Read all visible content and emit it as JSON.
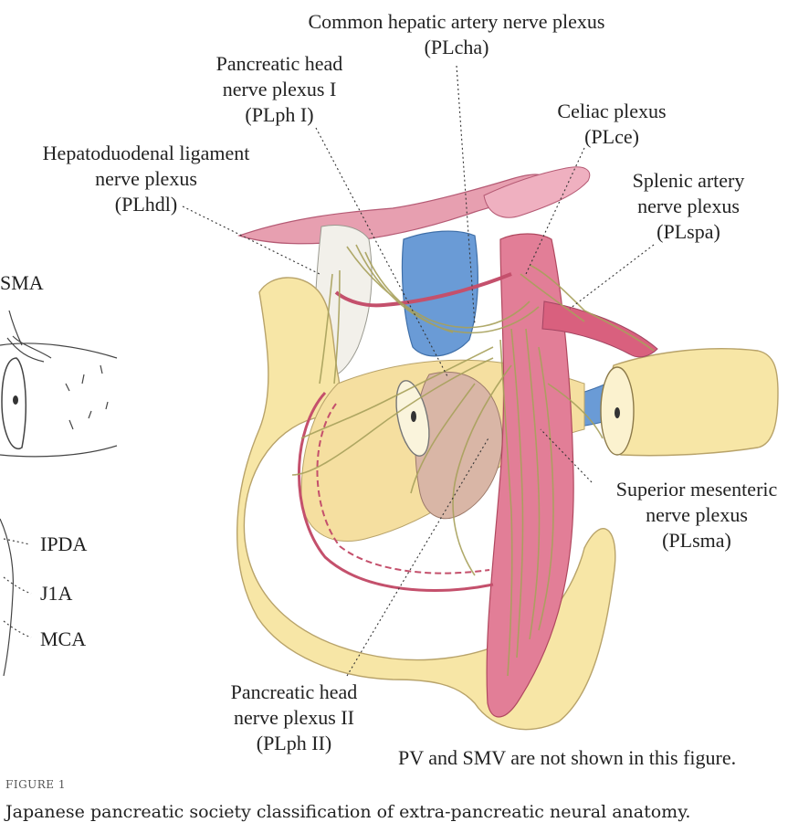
{
  "labels": {
    "plcha": {
      "line1": "Common hepatic artery nerve plexus",
      "line2": "(PLcha)"
    },
    "plph1": {
      "line1": "Pancreatic head",
      "line2": "nerve plexus I",
      "line3": "(PLph I)"
    },
    "plce": {
      "line1": "Celiac plexus",
      "line2": "(PLce)"
    },
    "plhdl": {
      "line1": "Hepatoduodenal ligament",
      "line2": "nerve plexus",
      "line3": "(PLhdl)"
    },
    "plspa": {
      "line1": "Splenic artery",
      "line2": "nerve plexus",
      "line3": "(PLspa)"
    },
    "plsma": {
      "line1": "Superior mesenteric",
      "line2": "nerve plexus",
      "line3": "(PLsma)"
    },
    "plph2": {
      "line1": "Pancreatic head",
      "line2": "nerve plexus II",
      "line3": "(PLph II)"
    }
  },
  "inset_labels": {
    "sma": "SMA",
    "ipda": "IPDA",
    "j1a": "J1A",
    "mca": "MCA"
  },
  "note": "PV and SMV are not shown in this figure.",
  "figure_label": "FIGURE 1",
  "caption": "Japanese pancreatic society classification of extra-pancreatic neural anatomy.",
  "colors": {
    "pancreas": "#f7e6a6",
    "pancreas_edge": "#b8a36a",
    "artery": "#d9607e",
    "portal_vein": "#6a9bd6",
    "nerve": "#a8a15c",
    "leader_line": "#333333"
  }
}
